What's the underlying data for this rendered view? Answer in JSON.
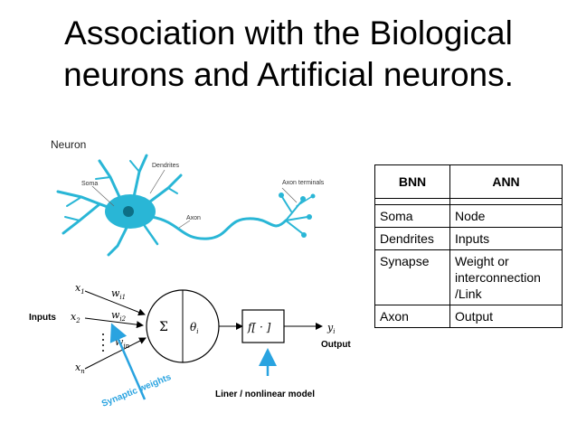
{
  "title": {
    "line1": "Association with the Biological",
    "line2": "neurons and Artificial neurons."
  },
  "neuron": {
    "heading": "Neuron",
    "labels": {
      "dendrites": "Dendrites",
      "soma": "Soma",
      "axon": "Axon",
      "axon_terminals": "Axon terminals"
    },
    "color": "#29b6d6"
  },
  "model": {
    "inputs_label": "Inputs",
    "x1": "x",
    "x1_sub": "1",
    "x2": "x",
    "x2_sub": "2",
    "xn": "x",
    "xn_sub": "n",
    "w1": "w",
    "w1_sub": "i1",
    "w2": "w",
    "w2_sub": "i2",
    "wn": "w",
    "wn_sub": "in",
    "sum_symbol": "Σ",
    "theta": "θ",
    "theta_sub": "i",
    "activation": "f[ · ]",
    "out": "y",
    "out_sub": "i",
    "output_label": "Output",
    "weights_label": "Synaptic weights",
    "model_label": "Liner / nonlinear model",
    "arrow_color": "#29a3e0"
  },
  "table": {
    "headers": [
      "BNN",
      "ANN"
    ],
    "rows": [
      [
        "Soma",
        "Node"
      ],
      [
        "Dendrites",
        "Inputs"
      ],
      [
        "Synapse",
        "Weight or interconnection /Link"
      ],
      [
        "Axon",
        "Output"
      ]
    ]
  }
}
